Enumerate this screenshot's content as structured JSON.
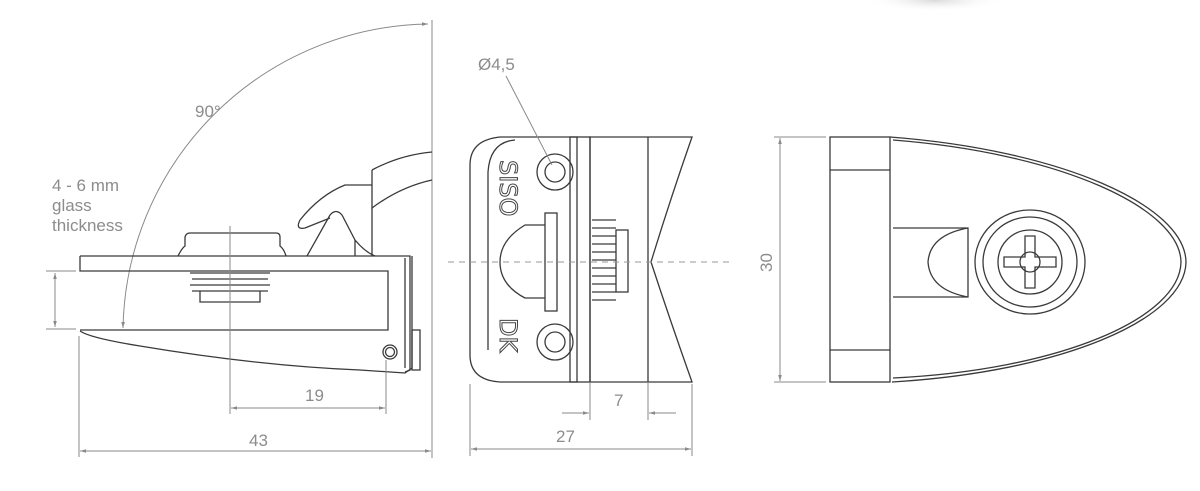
{
  "side_view": {
    "angle_label": "90°",
    "glass_note": [
      "4 - 6 mm",
      "glass",
      "thickness"
    ],
    "dim_screw_offset": "19",
    "dim_total_length": "43"
  },
  "front_view": {
    "hole_diameter": "Ø4,5",
    "emboss_top": "SISO",
    "emboss_bottom": "DK",
    "dim_plate_width": "7",
    "dim_total_width": "27"
  },
  "top_view": {
    "dim_height": "30"
  },
  "colors": {
    "line": "#3a3a3a",
    "dimension": "#8a8a8a"
  }
}
